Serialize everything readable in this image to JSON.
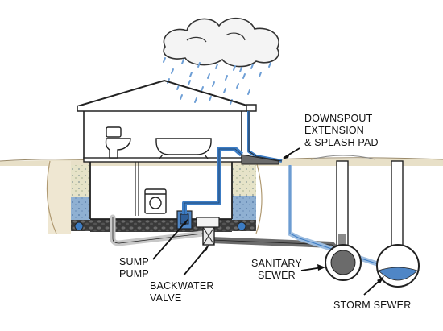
{
  "labels": {
    "downspout_line1": "DOWNSPOUT",
    "downspout_line2": "EXTENSION",
    "downspout_line3": "& SPLASH PAD",
    "sump_line1": "SUMP",
    "sump_line2": "PUMP",
    "backwater_line1": "BACKWATER",
    "backwater_line2": "VALVE",
    "sanitary_line1": "SANITARY",
    "sanitary_line2": "SEWER",
    "storm": "STORM SEWER"
  },
  "colors": {
    "water": "#4f86c6",
    "pipe_blue": "#3c7cc4",
    "pipe_dark": "#6b6b6b",
    "soil": "#d9c9a8",
    "gravel_blue": "#8aa9c9",
    "rain": "#6e9fd6",
    "outline": "#222222"
  }
}
